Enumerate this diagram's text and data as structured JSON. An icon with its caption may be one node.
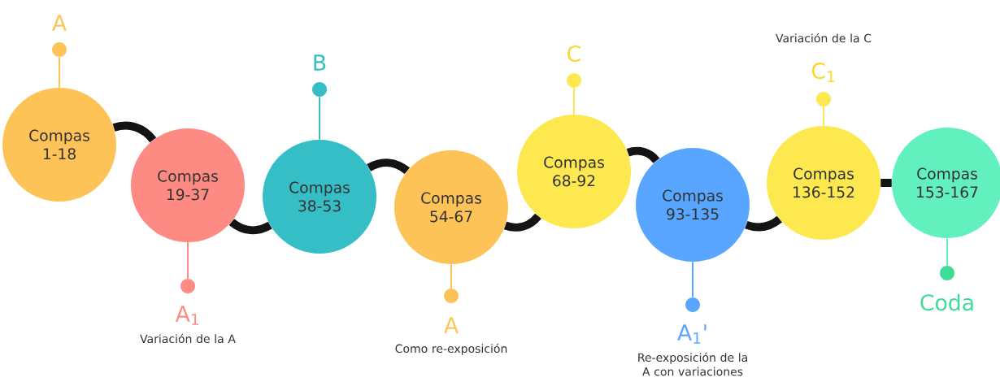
{
  "diagram": {
    "nodes": [
      {
        "text": [
          "Compas 1-18"
        ]
      },
      {
        "text": [
          "Compas 19-37"
        ]
      },
      {
        "text": [
          "Compas 38-53"
        ]
      },
      {
        "text": [
          "Compas 54-67"
        ]
      },
      {
        "text": [
          "Compas 68-92"
        ]
      },
      {
        "text": [
          "Compas 93-135"
        ]
      },
      {
        "text": [
          "Compas 136-152"
        ]
      },
      {
        "text": [
          "Compas 153-167"
        ]
      },
      {
        "text": [
          "A"
        ]
      },
      {
        "text": [
          "A$_{1}$",
          "Variación de la A"
        ]
      },
      {
        "text": [
          "B"
        ]
      },
      {
        "text": [
          "A",
          "Como re-exposición"
        ]
      },
      {
        "text": [
          "C"
        ]
      },
      {
        "text": [
          "A$_{1}$'",
          "Re-exposición de la A con variaciones"
        ]
      },
      {
        "text": [
          "Variación de la C",
          "C$_{1}$"
        ]
      },
      {
        "text": [
          "Coda"
        ]
      }
    ],
    "edges": [
      {
        "from": 0,
        "to": 1,
        "arrow": "none",
        "style": "thick"
      },
      {
        "from": 1,
        "to": 2,
        "arrow": "none",
        "style": "thick"
      },
      {
        "from": 2,
        "to": 3,
        "arrow": "none",
        "style": "thick"
      },
      {
        "from": 3,
        "to": 4,
        "arrow": "none",
        "style": "thick"
      },
      {
        "from": 4,
        "to": 5,
        "arrow": "none",
        "style": "thick"
      },
      {
        "from": 5,
        "to": 6,
        "arrow": "none",
        "style": "thick"
      },
      {
        "from": 6,
        "to": 7,
        "arrow": "none",
        "style": "thick"
      },
      {
        "from": 0,
        "to": 8,
        "arrow": "none",
        "color": "#fdc357"
      },
      {
        "from": 1,
        "to": 9,
        "arrow": "none",
        "color": "#fd8b84"
      },
      {
        "from": 2,
        "to": 10,
        "arrow": "none",
        "color": "#35bec6"
      },
      {
        "from": 3,
        "to": 11,
        "arrow": "none",
        "color": "#fdc357"
      },
      {
        "from": 4,
        "to": 12,
        "arrow": "none",
        "color": "#fde84f"
      },
      {
        "from": 5,
        "to": 13,
        "arrow": "none",
        "color": "#58a6ff"
      },
      {
        "from": 6,
        "to": 14,
        "arrow": "none",
        "color": "#fde84f"
      },
      {
        "from": 7,
        "to": 15,
        "arrow": "none",
        "color": "#62f0be"
      }
    ]
  }
}
